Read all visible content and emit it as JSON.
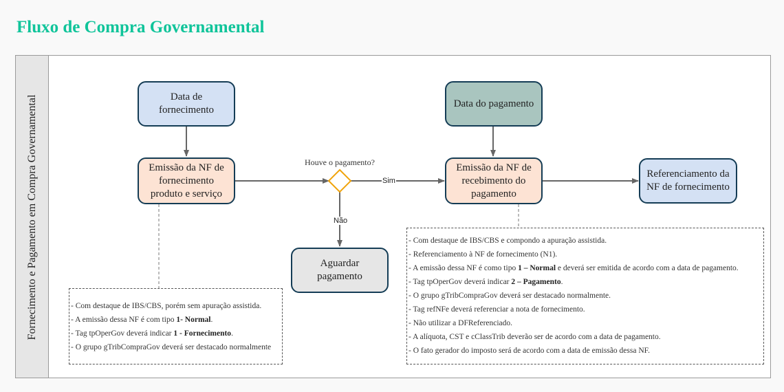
{
  "title": "Fluxo de Compra Governamental",
  "lane": {
    "label": "Fornecimento e Pagamento em Compra Governamental"
  },
  "nodes": {
    "data_fornecimento": "Data de fornecimento",
    "emissao_fornecimento": "Emissão da NF de fornecimento produto e serviço",
    "data_pagamento": "Data do pagamento",
    "emissao_recebimento": "Emissão da NF de recebimento do pagamento",
    "referenciamento": "Referenciamento da NF de fornecimento",
    "aguardar": "Aguardar pagamento"
  },
  "decision": {
    "question": "Houve o pagamento?",
    "yes": "Sim",
    "no": "Não"
  },
  "colors": {
    "title": "#10c49a",
    "border": "#143c55",
    "decision": "#f0a30a",
    "edge": "#666666"
  },
  "note_fornecimento": [
    {
      "pre": "- Com destaque de IBS/CBS, porém sem apuração assistida.",
      "bold": "",
      "post": ""
    },
    {
      "pre": "- A emissão dessa NF é com tipo ",
      "bold": "1- Normal",
      "post": "."
    },
    {
      "pre": "- Tag tpOperGov deverá indicar ",
      "bold": "1 - Fornecimento",
      "post": "."
    },
    {
      "pre": "- O grupo gTribCompraGov deverá ser destacado normalmente",
      "bold": "",
      "post": ""
    }
  ],
  "note_pagamento": [
    {
      "pre": "- Com destaque de IBS/CBS e compondo a apuração assistida.",
      "bold": "",
      "post": ""
    },
    {
      "pre": "- Referenciamento à NF de fornecimento (N1).",
      "bold": "",
      "post": ""
    },
    {
      "pre": "- A emissão dessa NF é como tipo ",
      "bold": "1 – Normal",
      "post": " e deverá ser emitida de acordo com a data de pagamento."
    },
    {
      "pre": "- Tag tpOperGov deverá indicar ",
      "bold": "2 – Pagamento",
      "post": "."
    },
    {
      "pre": "- O grupo gTribCompraGov deverá ser destacado normalmente.",
      "bold": "",
      "post": ""
    },
    {
      "pre": "- Tag refNFe deverá referenciar a nota de fornecimento.",
      "bold": "",
      "post": ""
    },
    {
      "pre": "- Não utilizar a DFReferenciado.",
      "bold": "",
      "post": ""
    },
    {
      "pre": "- A alíquota, CST e cClassTrib deverão ser de acordo com a data de pagamento.",
      "bold": "",
      "post": ""
    },
    {
      "pre": "- O fato gerador do imposto será de acordo com a data de emissão dessa NF.",
      "bold": "",
      "post": ""
    }
  ]
}
